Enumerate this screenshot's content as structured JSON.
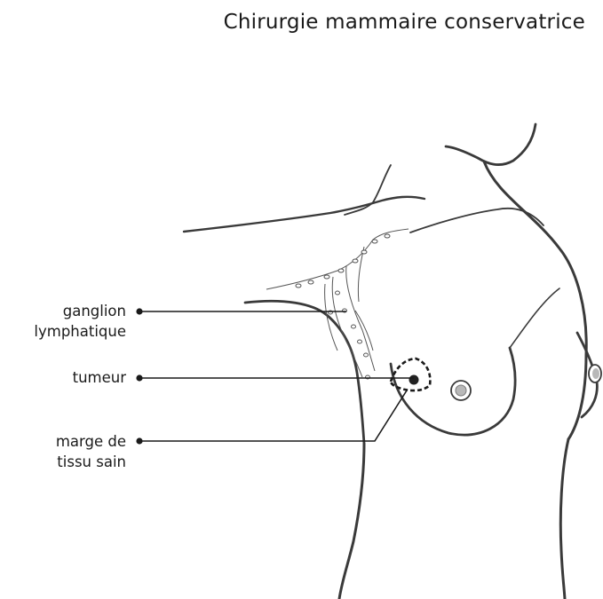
{
  "title": "Chirurgie mammaire conservatrice",
  "labels": {
    "ganglion": [
      "ganglion",
      "lymphatique"
    ],
    "tumeur": [
      "tumeur"
    ],
    "marge": [
      "marge de",
      "tissu sain"
    ]
  },
  "colors": {
    "outline": "#3a3a3a",
    "nipple": "#b8b8b8",
    "tumor": "#222222"
  }
}
